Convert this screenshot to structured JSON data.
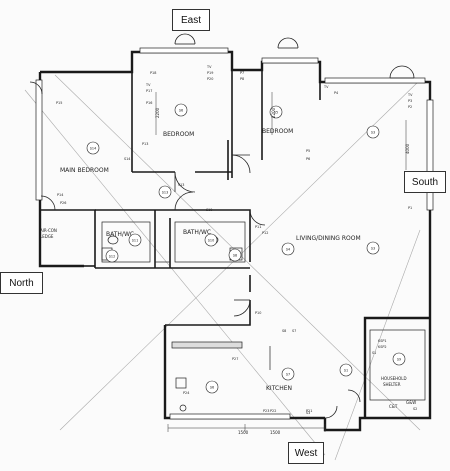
{
  "compass": {
    "east": "East",
    "south": "South",
    "north": "North",
    "west": "West"
  },
  "rooms": {
    "main_bedroom": "MAIN BEDROOM",
    "bedroom_1": "BEDROOM",
    "bedroom_2": "BEDROOM",
    "bath_1": "BATH/WC",
    "bath_2": "BATH/WC",
    "living_dining": "LIVING/DINING ROOM",
    "kitchen": "KITCHEN",
    "household_shelter_1": "HOUSEHOLD",
    "household_shelter_2": "SHELTER",
    "aircon_ledge_1": "AIR-CON",
    "aircon_ledge_2": "LEDGE",
    "cw": "C&T",
    "gw": "G&W"
  },
  "bubbles": {
    "s14": "S14",
    "s6a": "S6",
    "s5": "S5",
    "s3a": "S3",
    "s13": "S13",
    "s3b": "S3",
    "s4": "S4",
    "s10": "S10",
    "s11": "S11",
    "s12": "S12",
    "s8": "S8",
    "s6b": "S6",
    "s7": "S7",
    "s1": "S1",
    "s9": "S9"
  },
  "dimensions": {
    "d2200a": "2200",
    "d2200b": "2200",
    "d4000": "4000",
    "d1500a": "1500",
    "d1500b": "1500"
  },
  "points": {
    "p15": "P15",
    "p16": "P16",
    "p17": "P17",
    "p18": "P18",
    "p19": "P19",
    "p20": "P20",
    "p7": "P7",
    "p4": "P4",
    "p3": "P3",
    "p2": "P2",
    "p1": "P1",
    "p5": "P5",
    "p6": "P6",
    "p8": "P8",
    "p13": "P13",
    "p14": "P14",
    "p26": "P26",
    "p27": "P27",
    "p24": "P24",
    "p23": "P23",
    "p22": "P22",
    "p21": "P21",
    "p10": "P10",
    "p11": "P11",
    "p12": "P12",
    "s14": "S14",
    "s13": "S13",
    "s1_label": "S1",
    "s2": "S2",
    "s3": "S3",
    "s10": "S10",
    "s8": "S8",
    "s7": "S7",
    "tv1": "TV",
    "tv2": "TV",
    "tv3": "TV",
    "tv4": "TV",
    "kp1": "KSP1",
    "kp2": "KSP2"
  }
}
